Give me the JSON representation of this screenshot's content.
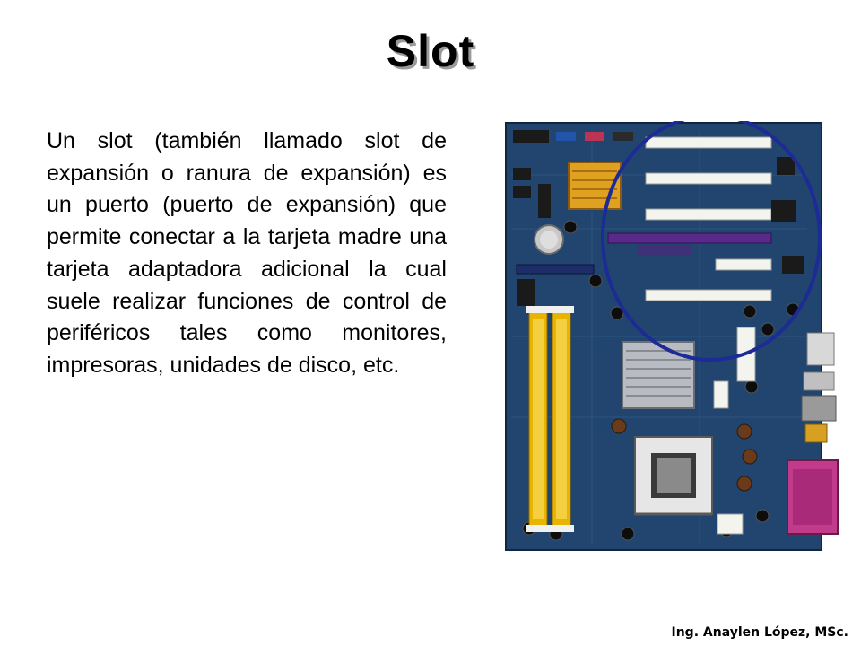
{
  "slide": {
    "title": "Slot",
    "body": "Un slot (también llamado slot de expansión o ranura de expansión) es un puerto (puerto de expansión) que permite conectar a la tarjeta madre una tarjeta adaptadora adicional la cual suele realizar funciones de control de periféricos tales como monitores, impresoras, unidades de disco, etc.",
    "footer": "Ing. Anaylen López, MSc."
  },
  "colors": {
    "board": "#21456e",
    "highlight_circle": "#1c2b96",
    "dimm_slot": "#e8b400",
    "pci_slot": "#f4f4ee",
    "pcie_slot": "#5a2a8a",
    "heatsink": "#e0a020"
  }
}
